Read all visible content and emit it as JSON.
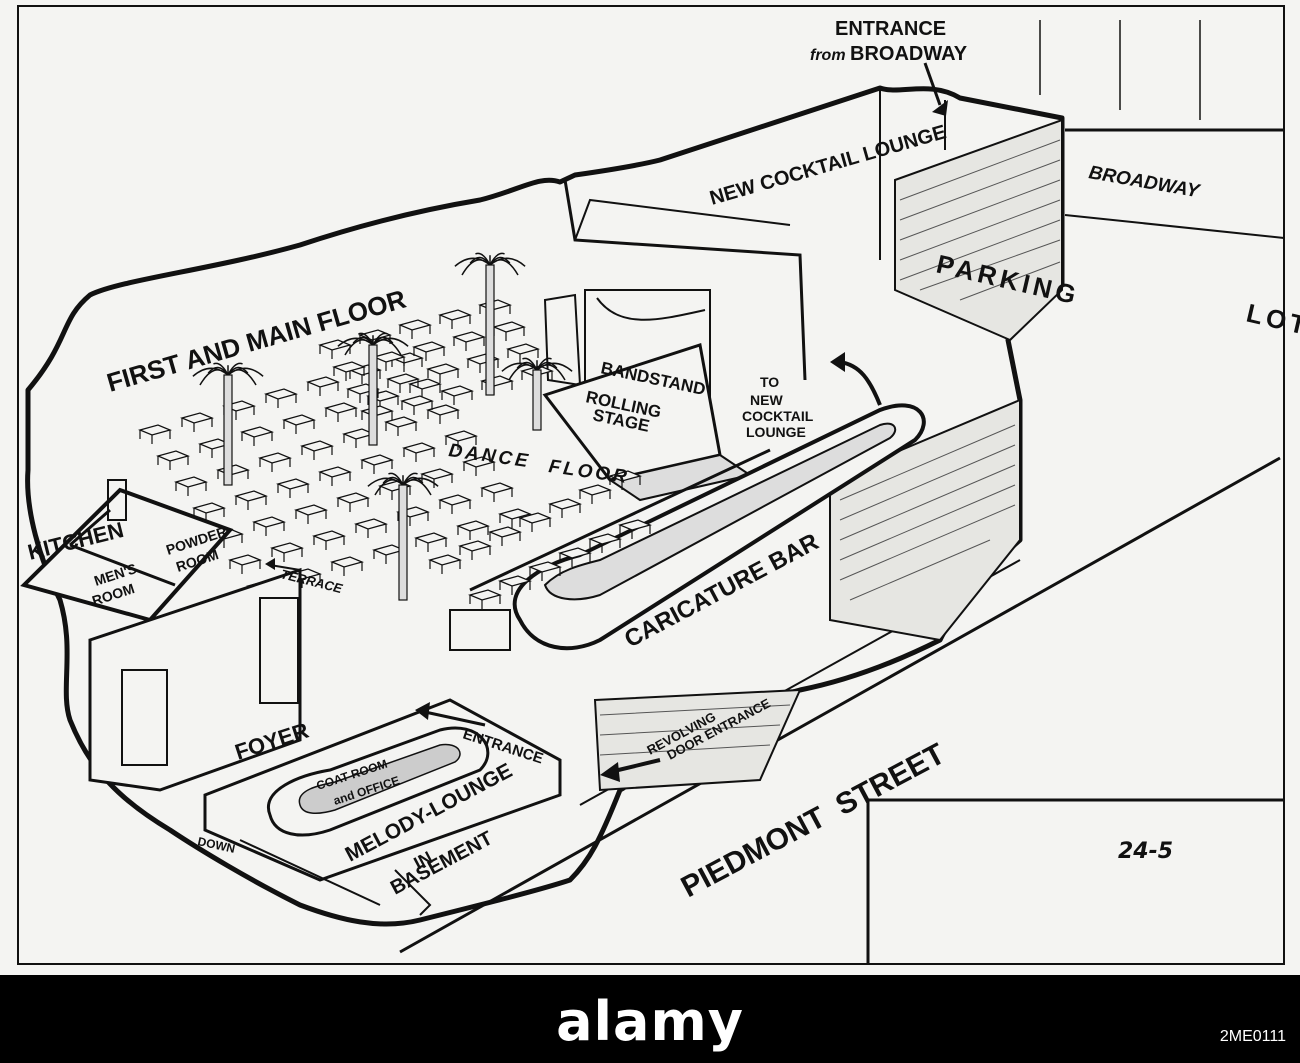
{
  "diagram": {
    "labels": {
      "entrance_line1": "ENTRANCE",
      "entrance_line2_from": "from",
      "entrance_line2_place": "BROADWAY",
      "new_cocktail_lounge": "NEW COCKTAIL LOUNGE",
      "broadway": "BROADWAY",
      "parking_lot_1": "PARKING",
      "parking_lot_2": "LOT",
      "first_and_main_floor": "FIRST AND MAIN FLOOR",
      "bandstand": "BANDSTAND",
      "rolling_stage_1": "ROLLING",
      "rolling_stage_2": "STAGE",
      "to_new_cocktail_lounge_1": "TO",
      "to_new_cocktail_lounge_2": "NEW",
      "to_new_cocktail_lounge_3": "COCKTAIL",
      "to_new_cocktail_lounge_4": "LOUNGE",
      "dance_floor_1": "DANCE",
      "dance_floor_2": "FLOOR",
      "kitchen": "KITCHEN",
      "powder_room_1": "POWDER",
      "powder_room_2": "ROOM",
      "mens_room_1": "MEN'S",
      "mens_room_2": "ROOM",
      "terrace": "TERRACE",
      "caricature_bar": "CARICATURE BAR",
      "foyer": "FOYER",
      "coat_room_1": "COAT ROOM",
      "coat_room_2": "and OFFICE",
      "entrance_lower": "ENTRANCE",
      "melody_lounge": "MELODY-LOUNGE",
      "in": "IN",
      "basement": "BASEMENT",
      "down": "DOWN",
      "revolving_1": "REVOLVING",
      "revolving_2": "DOOR ENTRANCE",
      "piedmont_street": "PIEDMONT  STREET",
      "handwritten_note": "24-5"
    }
  },
  "watermark": {
    "text": "alamy",
    "image_id": "2ME0111"
  }
}
